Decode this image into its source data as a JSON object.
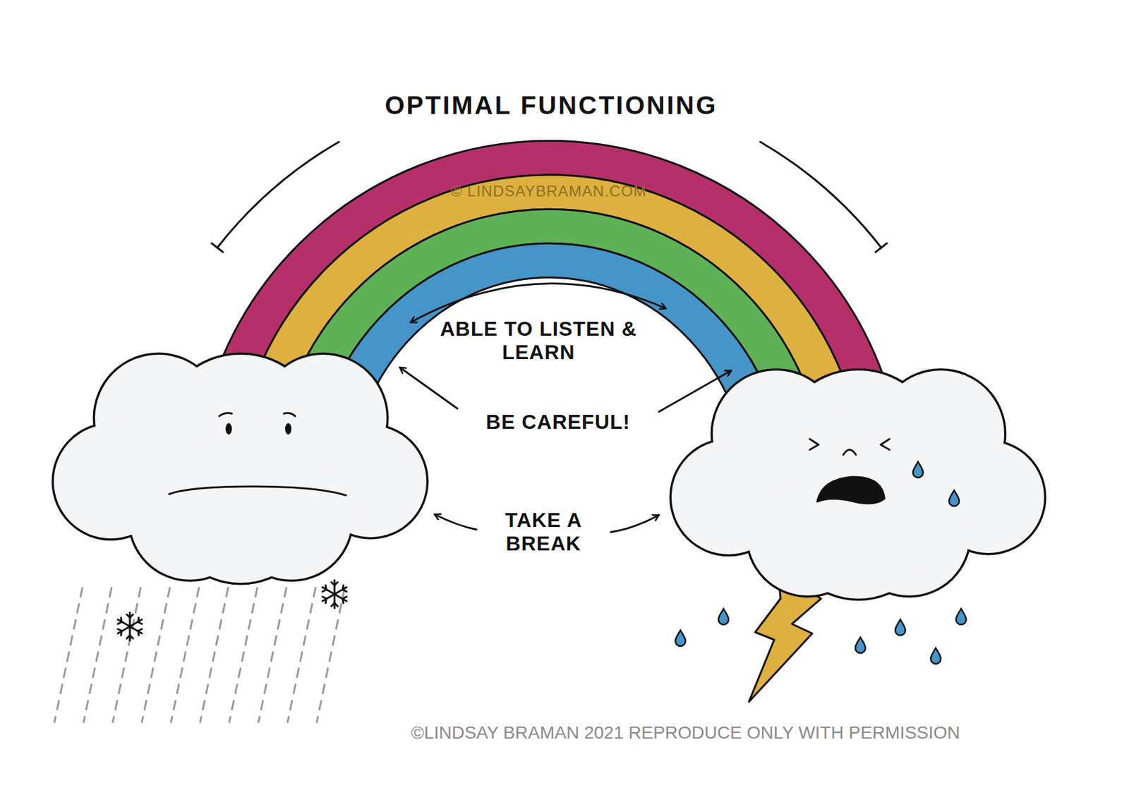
{
  "diagram": {
    "caption": "©LINDSAY BRAMAN 2021 REPRODUCE ONLY WITH PERMISSION",
    "labels": [
      "OPTIMAL FUNCTIONING",
      "© LINDSAYBRAMAN.COM",
      "ABLE TO LISTEN & LEARN",
      "BE CAREFUL!",
      "TAKE A BREAK"
    ]
  }
}
